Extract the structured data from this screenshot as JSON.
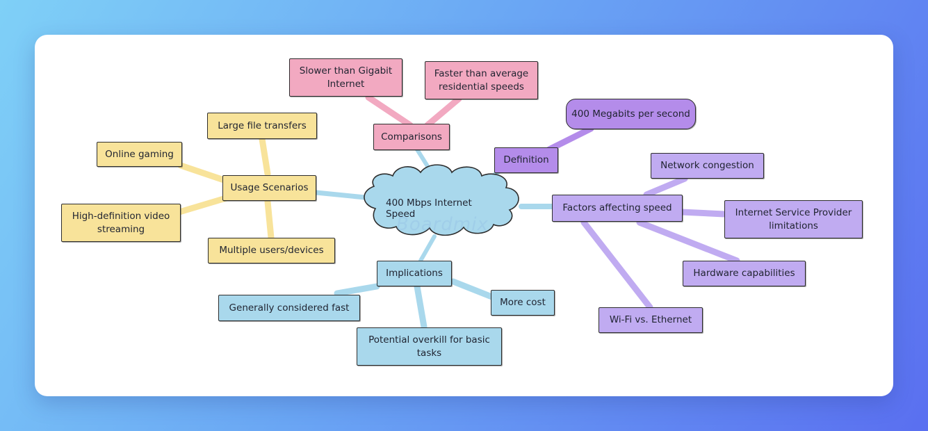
{
  "central": {
    "label": "400 Mbps Internet Speed"
  },
  "comparisons": {
    "label": "Comparisons",
    "children": [
      "Slower than Gigabit Internet",
      "Faster than average residential speeds"
    ]
  },
  "definition": {
    "label": "Definition",
    "children": [
      "400 Megabits per second"
    ]
  },
  "factors": {
    "label": "Factors affecting speed",
    "children": [
      "Network congestion",
      "Internet Service Provider limitations",
      "Hardware capabilities",
      "Wi-Fi vs. Ethernet"
    ]
  },
  "implications": {
    "label": "Implications",
    "children": [
      "Generally considered fast",
      "Potential overkill for basic tasks",
      "More cost"
    ]
  },
  "usage": {
    "label": "Usage Scenarios",
    "children": [
      "Large file transfers",
      "Online gaming",
      "High-definition video streaming",
      "Multiple users/devices"
    ]
  },
  "colors": {
    "comparisons": "#f2a9c1",
    "definition": "#b48cea",
    "factors": "#c0abf1",
    "implications": "#a9d8ec",
    "usage": "#f8e39a",
    "central": "#a9d8ec"
  }
}
